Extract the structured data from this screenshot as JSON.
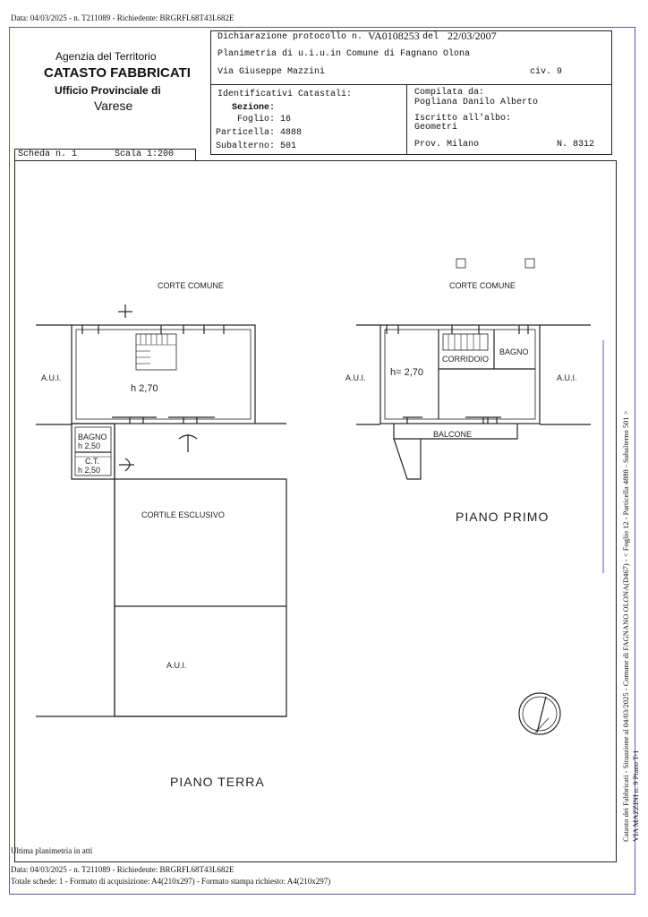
{
  "header": {
    "top_line": "Data: 04/03/2025 - n. T211089 - Richiedente: BRGRFL68T43L682E"
  },
  "agency": {
    "line1": "Agenzia del Territorio",
    "line2": "CATASTO FABBRICATI",
    "line3": "Ufficio Provinciale di",
    "line4": "Varese"
  },
  "declaration": {
    "protocol_label": "Dichiarazione protocollo n.",
    "protocol_number": "VA0108253",
    "date_label": "del",
    "date": "22/03/2007",
    "planimetry": "Planimetria di u.i.u.in Comune di Fagnano Olona",
    "street": "Via Giuseppe Mazzini",
    "civic": "civ. 9"
  },
  "identifiers": {
    "title": "Identificativi Catastali:",
    "sezione": "Sezione:",
    "foglio": "Foglio: 16",
    "particella": "Particella: 4888",
    "subalterno": "Subalterno: 501"
  },
  "compiler": {
    "title": "Compilata da:",
    "name": "Pogliana Danilo Alberto",
    "registered": "Iscritto all'albo:",
    "profession": "Geometri",
    "province": "Prov. Milano",
    "number": "N.  8312"
  },
  "sheet": {
    "scheda": "Scheda n. 1",
    "scala": "Scala 1:200"
  },
  "ground_floor": {
    "corte": "CORTE COMUNE",
    "aui_left": "A.U.I.",
    "height": "h 2,70",
    "bagno": "BAGNO",
    "bagno_h": "h 2,50",
    "ct": "C.T.",
    "ct_h": "h 2,50",
    "cortile": "CORTILE ESCLUSIVO",
    "aui_bottom": "A.U.I.",
    "title": "PIANO TERRA"
  },
  "first_floor": {
    "corte": "CORTE COMUNE",
    "aui_left": "A.U.I.",
    "aui_right": "A.U.I.",
    "height": "h= 2,70",
    "corridoio": "CORRIDOIO",
    "bagno": "BAGNO",
    "balcone": "BALCONE",
    "title": "PIANO PRIMO"
  },
  "side_text": {
    "line1": "Catasto dei Fabbricati - Situazione al 04/03/2025 - Comune di FAGNANO OLONA(D467) - < Foglio 12 - Particella 4888 - Subalterno 501 >",
    "line2": "VIA MAZZINI n. 9 Piano T-1"
  },
  "footer": {
    "ultima": "Ultima planimetria in atti",
    "data_line": "Data: 04/03/2025 - n. T211089 - Richiedente: BRGRFL68T43L682E",
    "totale": "Totale schede: 1 - Formato di acquisizione: A4(210x297)  - Formato stampa richiesto: A4(210x297)"
  }
}
